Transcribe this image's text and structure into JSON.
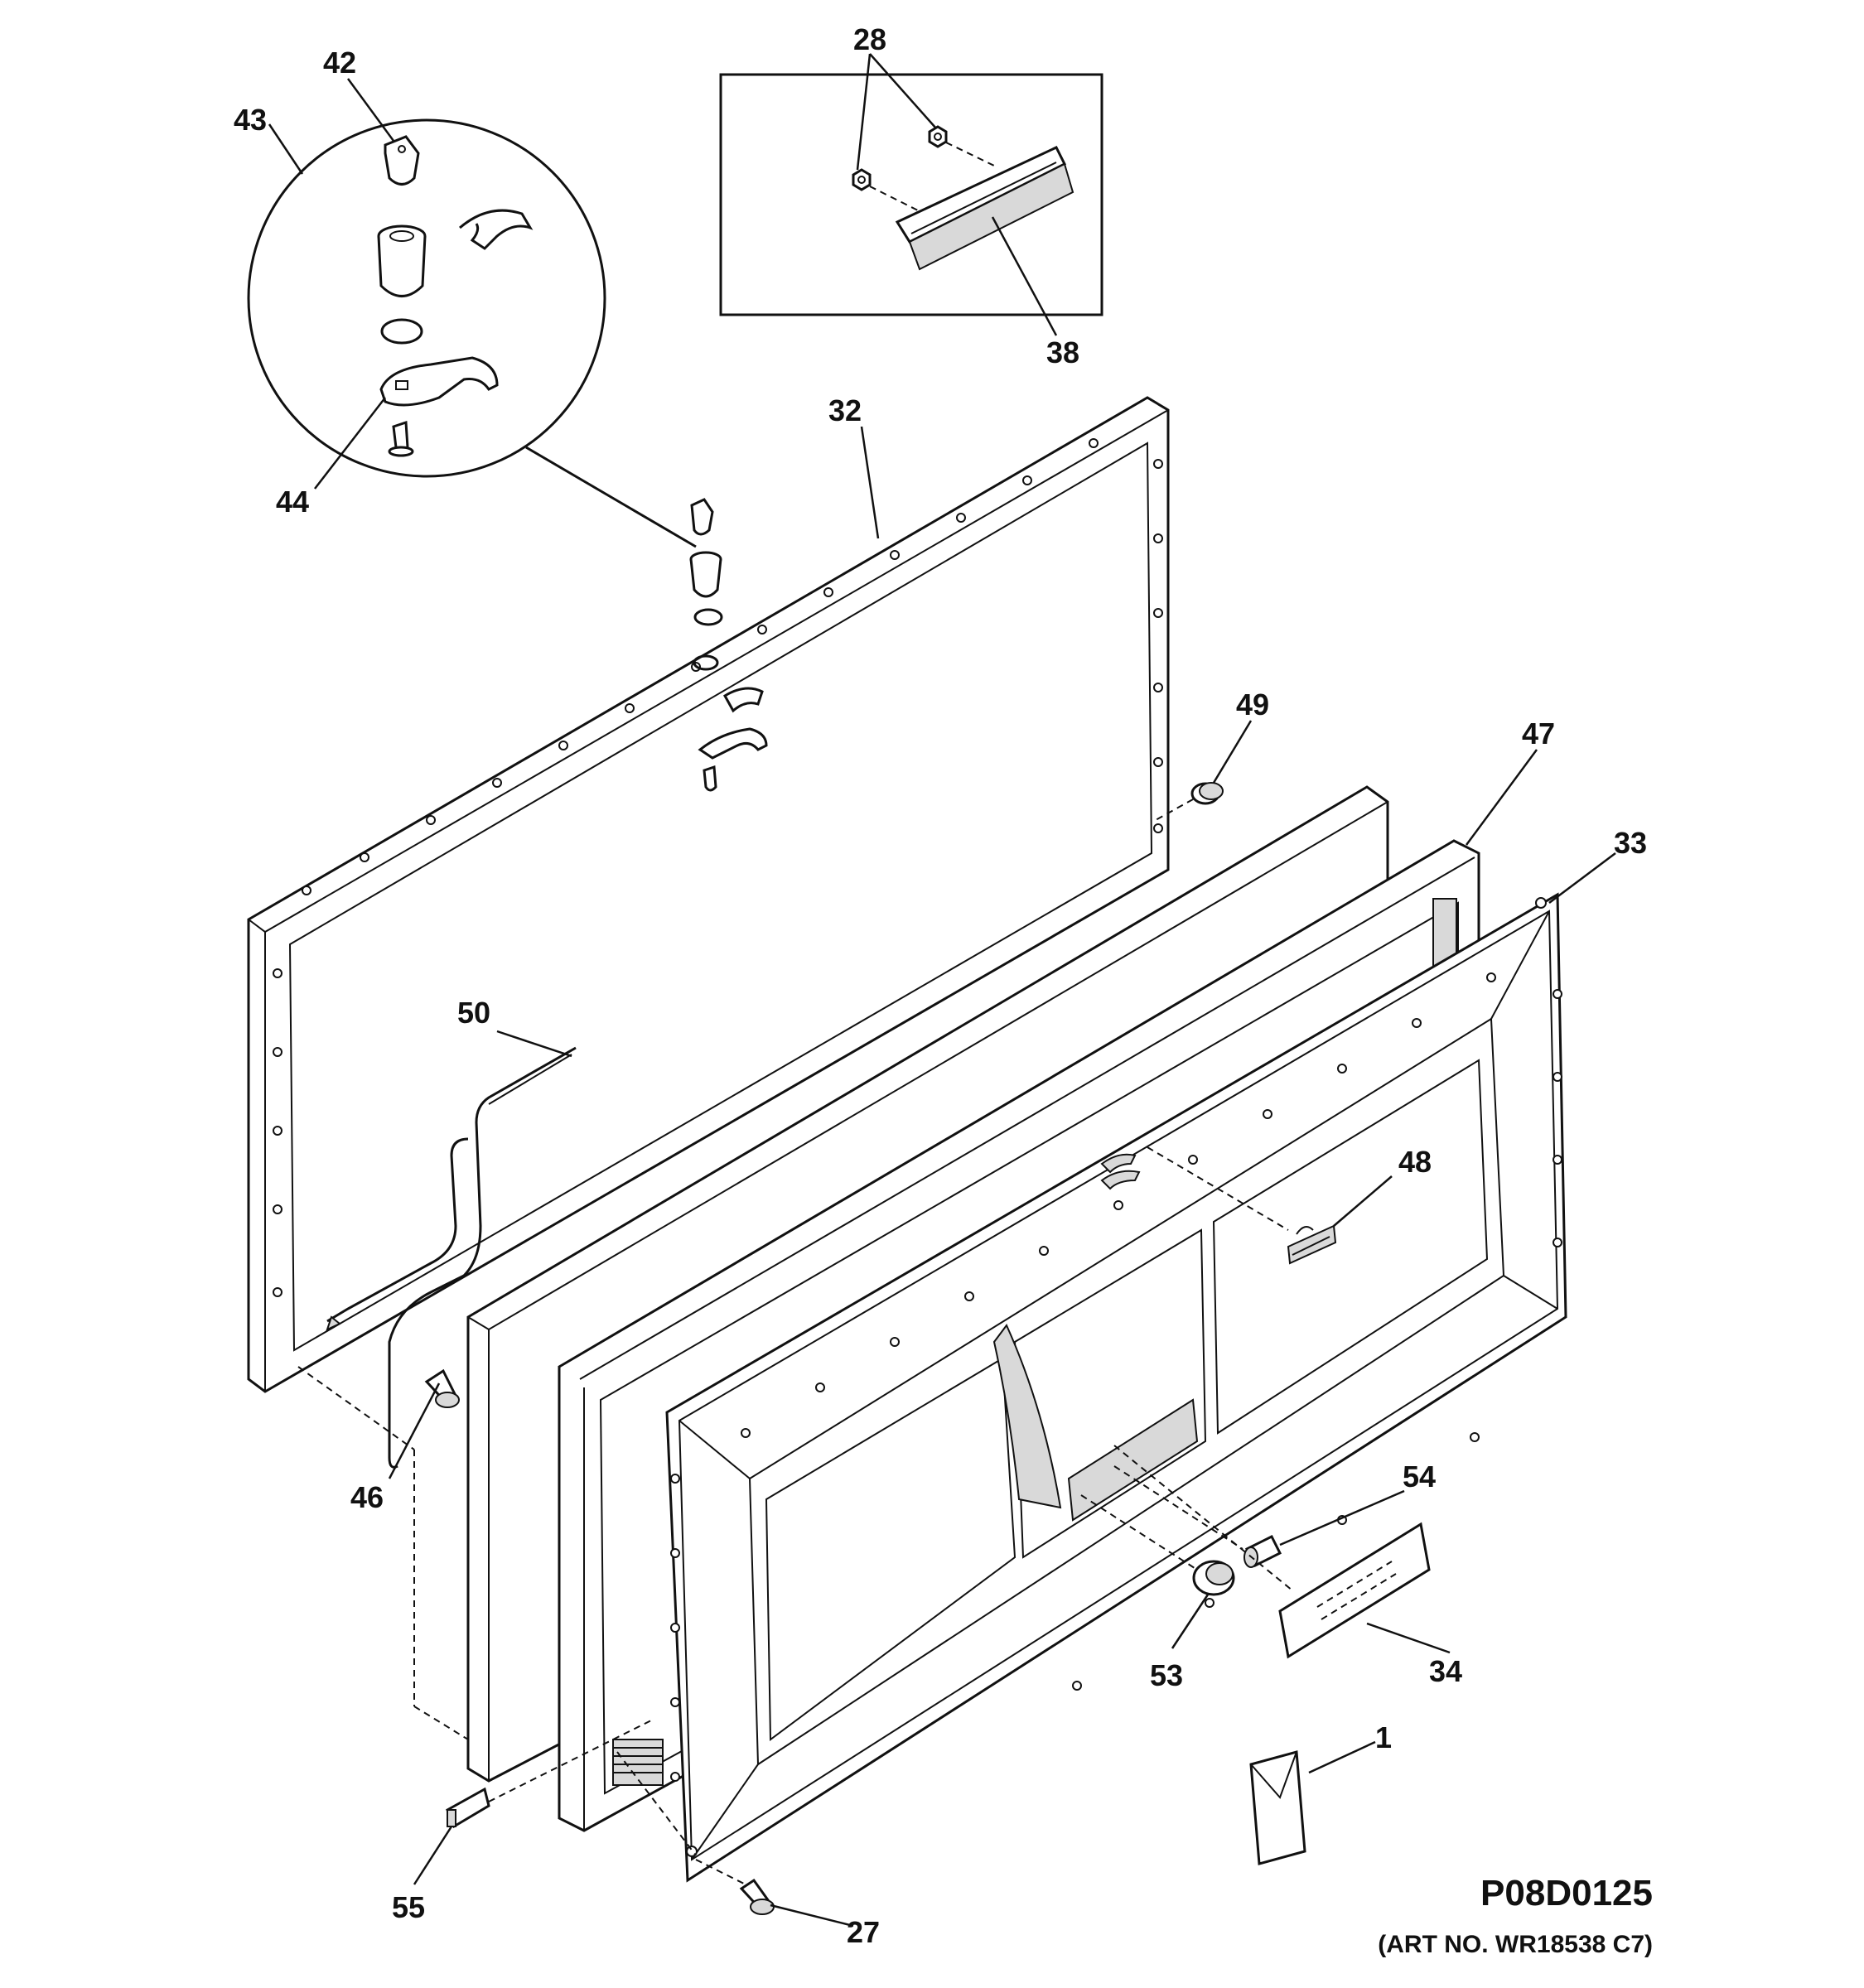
{
  "diagram": {
    "art_code": "P08D0125",
    "art_number": "(ART NO. WR18538 C7)",
    "callouts": {
      "c1": "1",
      "c27": "27",
      "c28": "28",
      "c32": "32",
      "c33": "33",
      "c34": "34",
      "c38": "38",
      "c42": "42",
      "c43": "43",
      "c44": "44",
      "c46": "46",
      "c47": "47",
      "c48": "48",
      "c49": "49",
      "c50": "50",
      "c53": "53",
      "c54": "54",
      "c55": "55"
    }
  }
}
